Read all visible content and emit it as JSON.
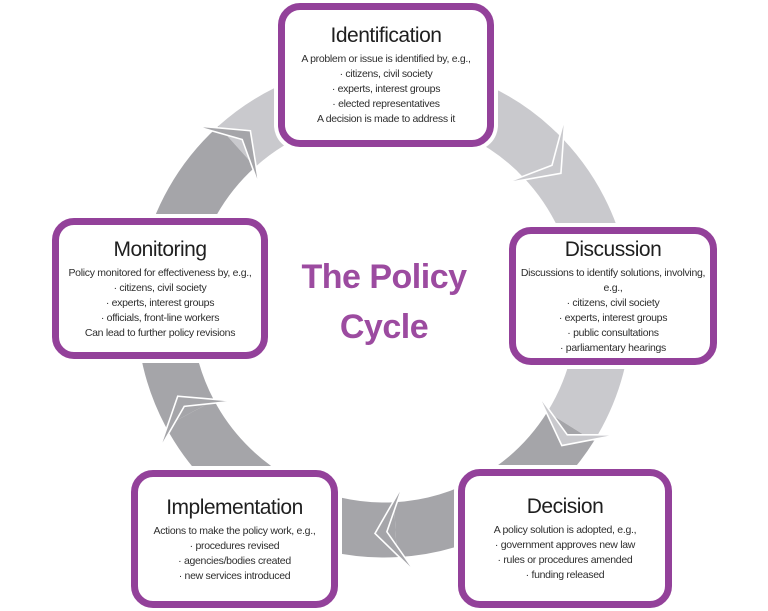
{
  "diagram_title": {
    "line1": "The Policy",
    "line2": "Cycle"
  },
  "colors": {
    "box-border": "#93419a",
    "title-purple": "#9c4ba0",
    "arrow-light": "#c9c9cd",
    "arrow-dark": "#a5a5a9",
    "heading-text": "#1f1f1f",
    "body-text": "#2e2e2e",
    "box-bg": "#ffffff",
    "page-bg": "#ffffff"
  },
  "nodes": [
    {
      "id": "identification",
      "title": "Identification",
      "intro": "A problem or issue is identified by, e.g.,",
      "bullets": [
        "· citizens, civil society",
        "· experts, interest groups",
        "· elected representatives"
      ],
      "outro": "A decision is made to address it"
    },
    {
      "id": "discussion",
      "title": "Discussion",
      "intro": "Discussions to identify solutions, involving, e.g.,",
      "bullets": [
        "· citizens, civil society",
        "· experts, interest groups",
        "· public consultations",
        "· parliamentary hearings"
      ]
    },
    {
      "id": "decision",
      "title": "Decision",
      "intro": "A policy solution is adopted, e.g.,",
      "bullets": [
        "· government approves new law",
        "· rules or procedures amended",
        "· funding released"
      ]
    },
    {
      "id": "implementation",
      "title": "Implementation",
      "intro": "Actions to make the policy work, e.g.,",
      "bullets": [
        "· procedures revised",
        "· agencies/bodies created",
        "· new services introduced"
      ]
    },
    {
      "id": "monitoring",
      "title": "Monitoring",
      "intro": "Policy monitored for effectiveness by, e.g.,",
      "bullets": [
        "· citizens, civil society",
        "· experts, interest groups",
        "· officials, front-line workers"
      ],
      "outro": "Can lead to further policy revisions"
    }
  ]
}
